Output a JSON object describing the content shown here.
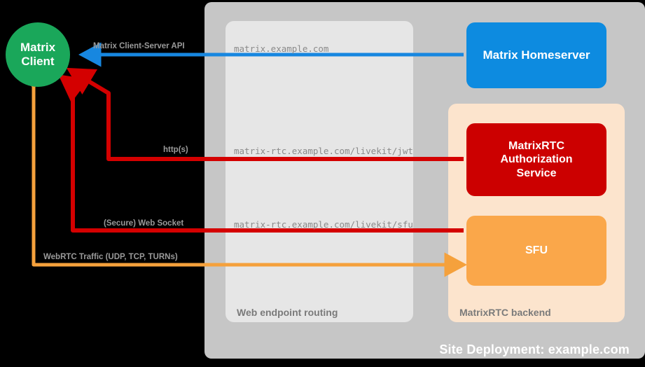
{
  "deployment": {
    "label": "Site Deployment: example.com",
    "bg_color": "#c6c6c6"
  },
  "zones": [
    {
      "name": "web-endpoint-routing",
      "label": "Web endpoint routing",
      "bg_color": "#e6e6e6"
    },
    {
      "name": "matrixrtc-backend",
      "label": "MatrixRTC backend",
      "bg_color": "#fce4cd"
    }
  ],
  "nodes": {
    "client": {
      "label": "Matrix\nClient",
      "line1": "Matrix",
      "line2": "Client",
      "color": "#1aa75a"
    },
    "homeserver": {
      "label": "Matrix Homeserver",
      "color": "#0d8be0"
    },
    "authorization": {
      "line1": "MatrixRTC",
      "line2": "Authorization",
      "line3": "Service",
      "color": "#cc0000"
    },
    "sfu": {
      "label": "SFU",
      "color": "#faa74a"
    }
  },
  "flows": [
    {
      "name": "matrix-client-server-api",
      "label": "Matrix Client-Server API",
      "url": "matrix.example.com",
      "color": "#1787e0"
    },
    {
      "name": "https",
      "label": "http(s)",
      "url": "matrix-rtc.example.com/livekit/jwt",
      "color": "#d40000"
    },
    {
      "name": "web-socket",
      "label": "(Secure) Web Socket",
      "url": "matrix-rtc.example.com/livekit/sfu",
      "color": "#d40000"
    },
    {
      "name": "webrtc-traffic",
      "label": "WebRTC Traffic (UDP, TCP, TURNs)",
      "url": "",
      "color": "#f5a13c"
    }
  ],
  "colors": {
    "canvas": "#000000",
    "label_text": "#9a9a9a",
    "url_text": "#8a8a8a",
    "zone_text": "#7a7a7a"
  }
}
